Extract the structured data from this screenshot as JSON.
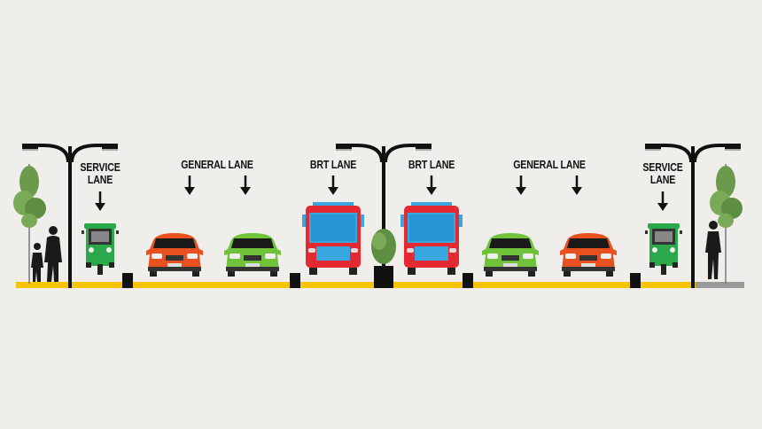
{
  "labels": {
    "service_left": [
      "SERVICE",
      "LANE"
    ],
    "general_left": "GENERAL LANE",
    "brt_left": "BRT LANE",
    "brt_right": "BRT LANE",
    "general_right": "GENERAL LANE",
    "service_right": [
      "SERVICE",
      "LANE"
    ]
  },
  "colors": {
    "background": "#f0eeeb",
    "road_line": "#f6c400",
    "sidewalk_right": "#9a9a9a",
    "orange_car": "#e8501f",
    "green_car": "#6fc23a",
    "tuktuk": "#2aa84a",
    "bus_red": "#e42a30",
    "bus_blue": "#3aa6e0"
  }
}
